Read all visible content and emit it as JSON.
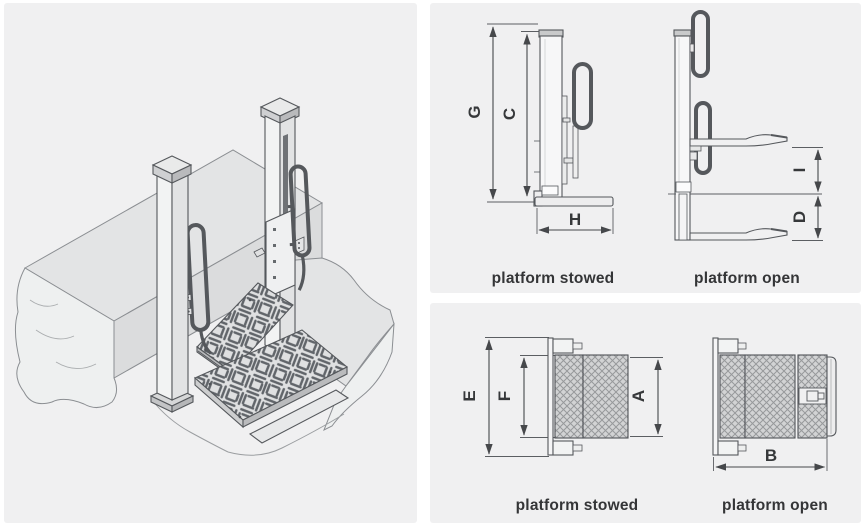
{
  "colors": {
    "page_bg": "#ffffff",
    "panel_bg": "#f0f0f1",
    "outline": "#55585c",
    "concrete_outline": "#8b8e92",
    "dim_line": "#46484b",
    "label_text": "#36383a",
    "metal_fill": "#f3f4f4",
    "metal_shade": "#e2e3e4",
    "cap_shade": "#c9cacb",
    "tread_bg": "#dfe0e1",
    "tread_line": "#61656a",
    "hatch_bg": "#d2d3d4",
    "hatch_line": "#97999b",
    "concrete_top": "#e3e4e5",
    "concrete_face": "#eef0f0"
  },
  "side_views": {
    "stowed": {
      "caption": "platform stowed",
      "dim_overall_height": "G",
      "dim_mast_height": "C",
      "dim_base_depth": "H"
    },
    "open": {
      "caption": "platform open",
      "dim_platform_travel": "I",
      "dim_lower_clearance": "D"
    }
  },
  "top_views": {
    "stowed": {
      "caption": "platform stowed",
      "dim_overall_width": "E",
      "dim_inner_width": "F",
      "dim_platform_length": "A"
    },
    "open": {
      "caption": "platform open",
      "dim_platform_depth": "B"
    }
  }
}
